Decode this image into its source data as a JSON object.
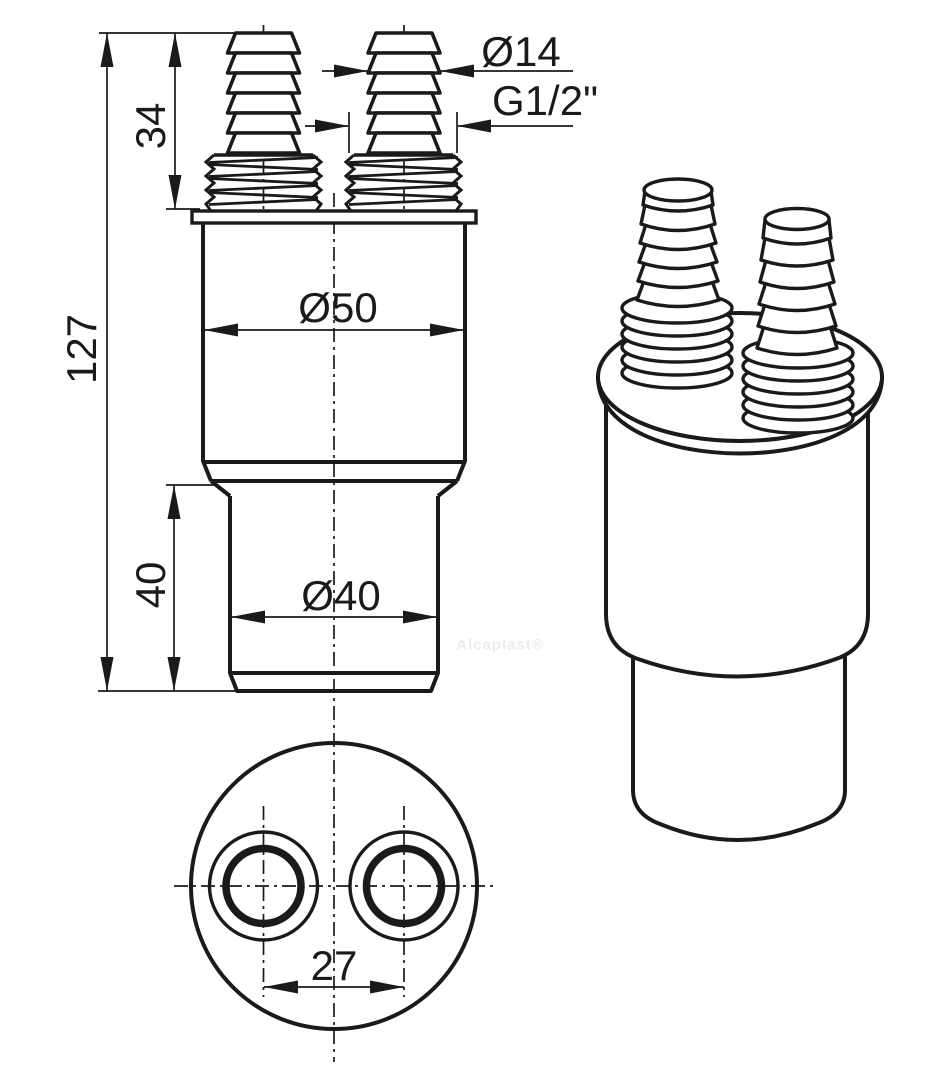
{
  "drawing": {
    "type": "technical-dimension-drawing",
    "colors": {
      "line": "#1a1a1a",
      "background": "#ffffff",
      "watermark": "#ececec"
    },
    "watermark": "Alcaplast®",
    "dimensions": {
      "barb_diameter": "Ø14",
      "thread_size": "G1/2\"",
      "inlet_height": "34",
      "total_height": "127",
      "body_diameter": "Ø50",
      "outlet_height": "40",
      "outlet_diameter": "Ø40",
      "port_spacing": "27"
    }
  }
}
